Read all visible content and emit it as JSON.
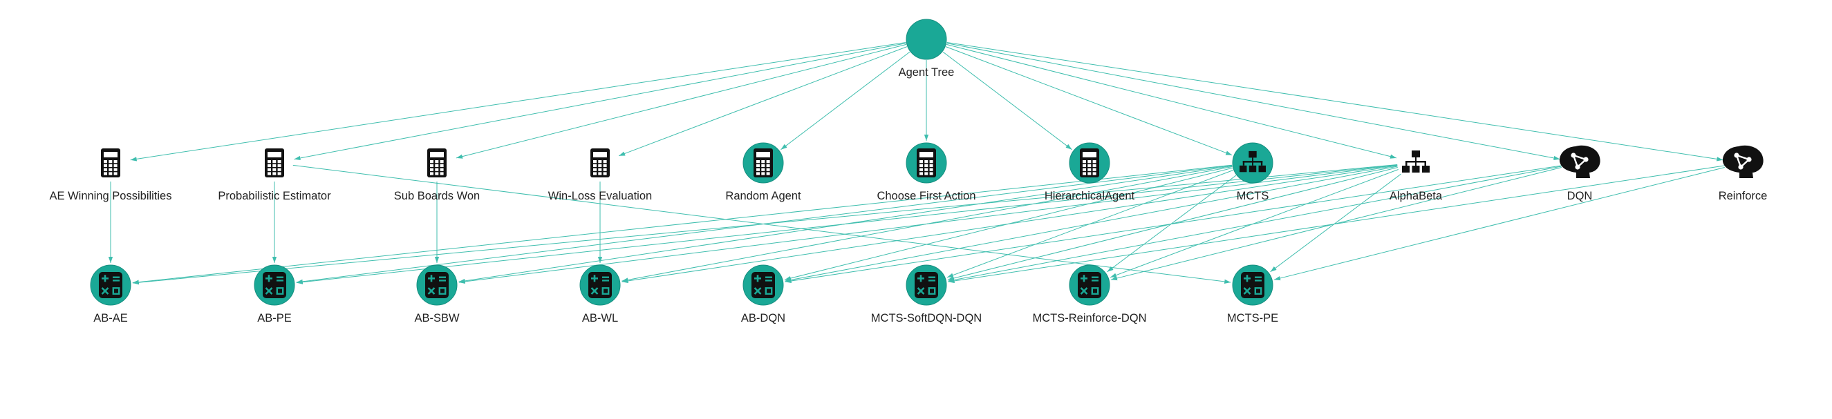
{
  "colors": {
    "accent": "#1aa896",
    "edge": "#3fbeae",
    "icon": "#111111",
    "label": "#222222"
  },
  "nodes": [
    {
      "id": "root",
      "label": "Agent Tree",
      "icon": "plain-circle"
    },
    {
      "id": "ae",
      "label": "AE Winning Possibilities",
      "icon": "calculator-icon"
    },
    {
      "id": "pe",
      "label": "Probabilistic Estimator",
      "icon": "calculator-icon"
    },
    {
      "id": "sbw",
      "label": "Sub Boards Won",
      "icon": "calculator-icon"
    },
    {
      "id": "wl",
      "label": "Win-Loss Evaluation",
      "icon": "calculator-icon"
    },
    {
      "id": "random",
      "label": "Random Agent",
      "icon": "calculator-circle-icon"
    },
    {
      "id": "first",
      "label": "Choose First Action",
      "icon": "calculator-circle-icon"
    },
    {
      "id": "hier",
      "label": "HierarchicalAgent",
      "icon": "calculator-circle-icon"
    },
    {
      "id": "mcts",
      "label": "MCTS",
      "icon": "sitemap-circle-icon"
    },
    {
      "id": "ab",
      "label": "AlphaBeta",
      "icon": "sitemap-icon"
    },
    {
      "id": "dqn",
      "label": "DQN",
      "icon": "brain-icon"
    },
    {
      "id": "rein",
      "label": "Reinforce",
      "icon": "brain-icon"
    },
    {
      "id": "abae",
      "label": "AB-AE",
      "icon": "operations-circle-icon"
    },
    {
      "id": "abpe",
      "label": "AB-PE",
      "icon": "operations-circle-icon"
    },
    {
      "id": "absbw",
      "label": "AB-SBW",
      "icon": "operations-circle-icon"
    },
    {
      "id": "abwl",
      "label": "AB-WL",
      "icon": "operations-circle-icon"
    },
    {
      "id": "abdqn",
      "label": "AB-DQN",
      "icon": "operations-circle-icon"
    },
    {
      "id": "msd",
      "label": "MCTS-SoftDQN-DQN",
      "icon": "operations-circle-icon"
    },
    {
      "id": "mrd",
      "label": "MCTS-Reinforce-DQN",
      "icon": "operations-circle-icon"
    },
    {
      "id": "mpe",
      "label": "MCTS-PE",
      "icon": "operations-circle-icon"
    }
  ],
  "edges": [
    [
      "root",
      "ae"
    ],
    [
      "root",
      "pe"
    ],
    [
      "root",
      "sbw"
    ],
    [
      "root",
      "wl"
    ],
    [
      "root",
      "random"
    ],
    [
      "root",
      "first"
    ],
    [
      "root",
      "hier"
    ],
    [
      "root",
      "mcts"
    ],
    [
      "root",
      "ab"
    ],
    [
      "root",
      "dqn"
    ],
    [
      "root",
      "rein"
    ],
    [
      "ae",
      "abae"
    ],
    [
      "pe",
      "abpe"
    ],
    [
      "sbw",
      "absbw"
    ],
    [
      "wl",
      "abwl"
    ],
    [
      "pe",
      "mpe"
    ],
    [
      "ab",
      "abae"
    ],
    [
      "ab",
      "abpe"
    ],
    [
      "ab",
      "absbw"
    ],
    [
      "ab",
      "abwl"
    ],
    [
      "ab",
      "abdqn"
    ],
    [
      "ab",
      "msd"
    ],
    [
      "ab",
      "mrd"
    ],
    [
      "ab",
      "mpe"
    ],
    [
      "mcts",
      "abae"
    ],
    [
      "mcts",
      "abpe"
    ],
    [
      "mcts",
      "absbw"
    ],
    [
      "mcts",
      "abwl"
    ],
    [
      "mcts",
      "abdqn"
    ],
    [
      "mcts",
      "msd"
    ],
    [
      "mcts",
      "mrd"
    ],
    [
      "dqn",
      "abdqn"
    ],
    [
      "dqn",
      "msd"
    ],
    [
      "dqn",
      "mrd"
    ],
    [
      "rein",
      "msd"
    ],
    [
      "rein",
      "mpe"
    ]
  ]
}
